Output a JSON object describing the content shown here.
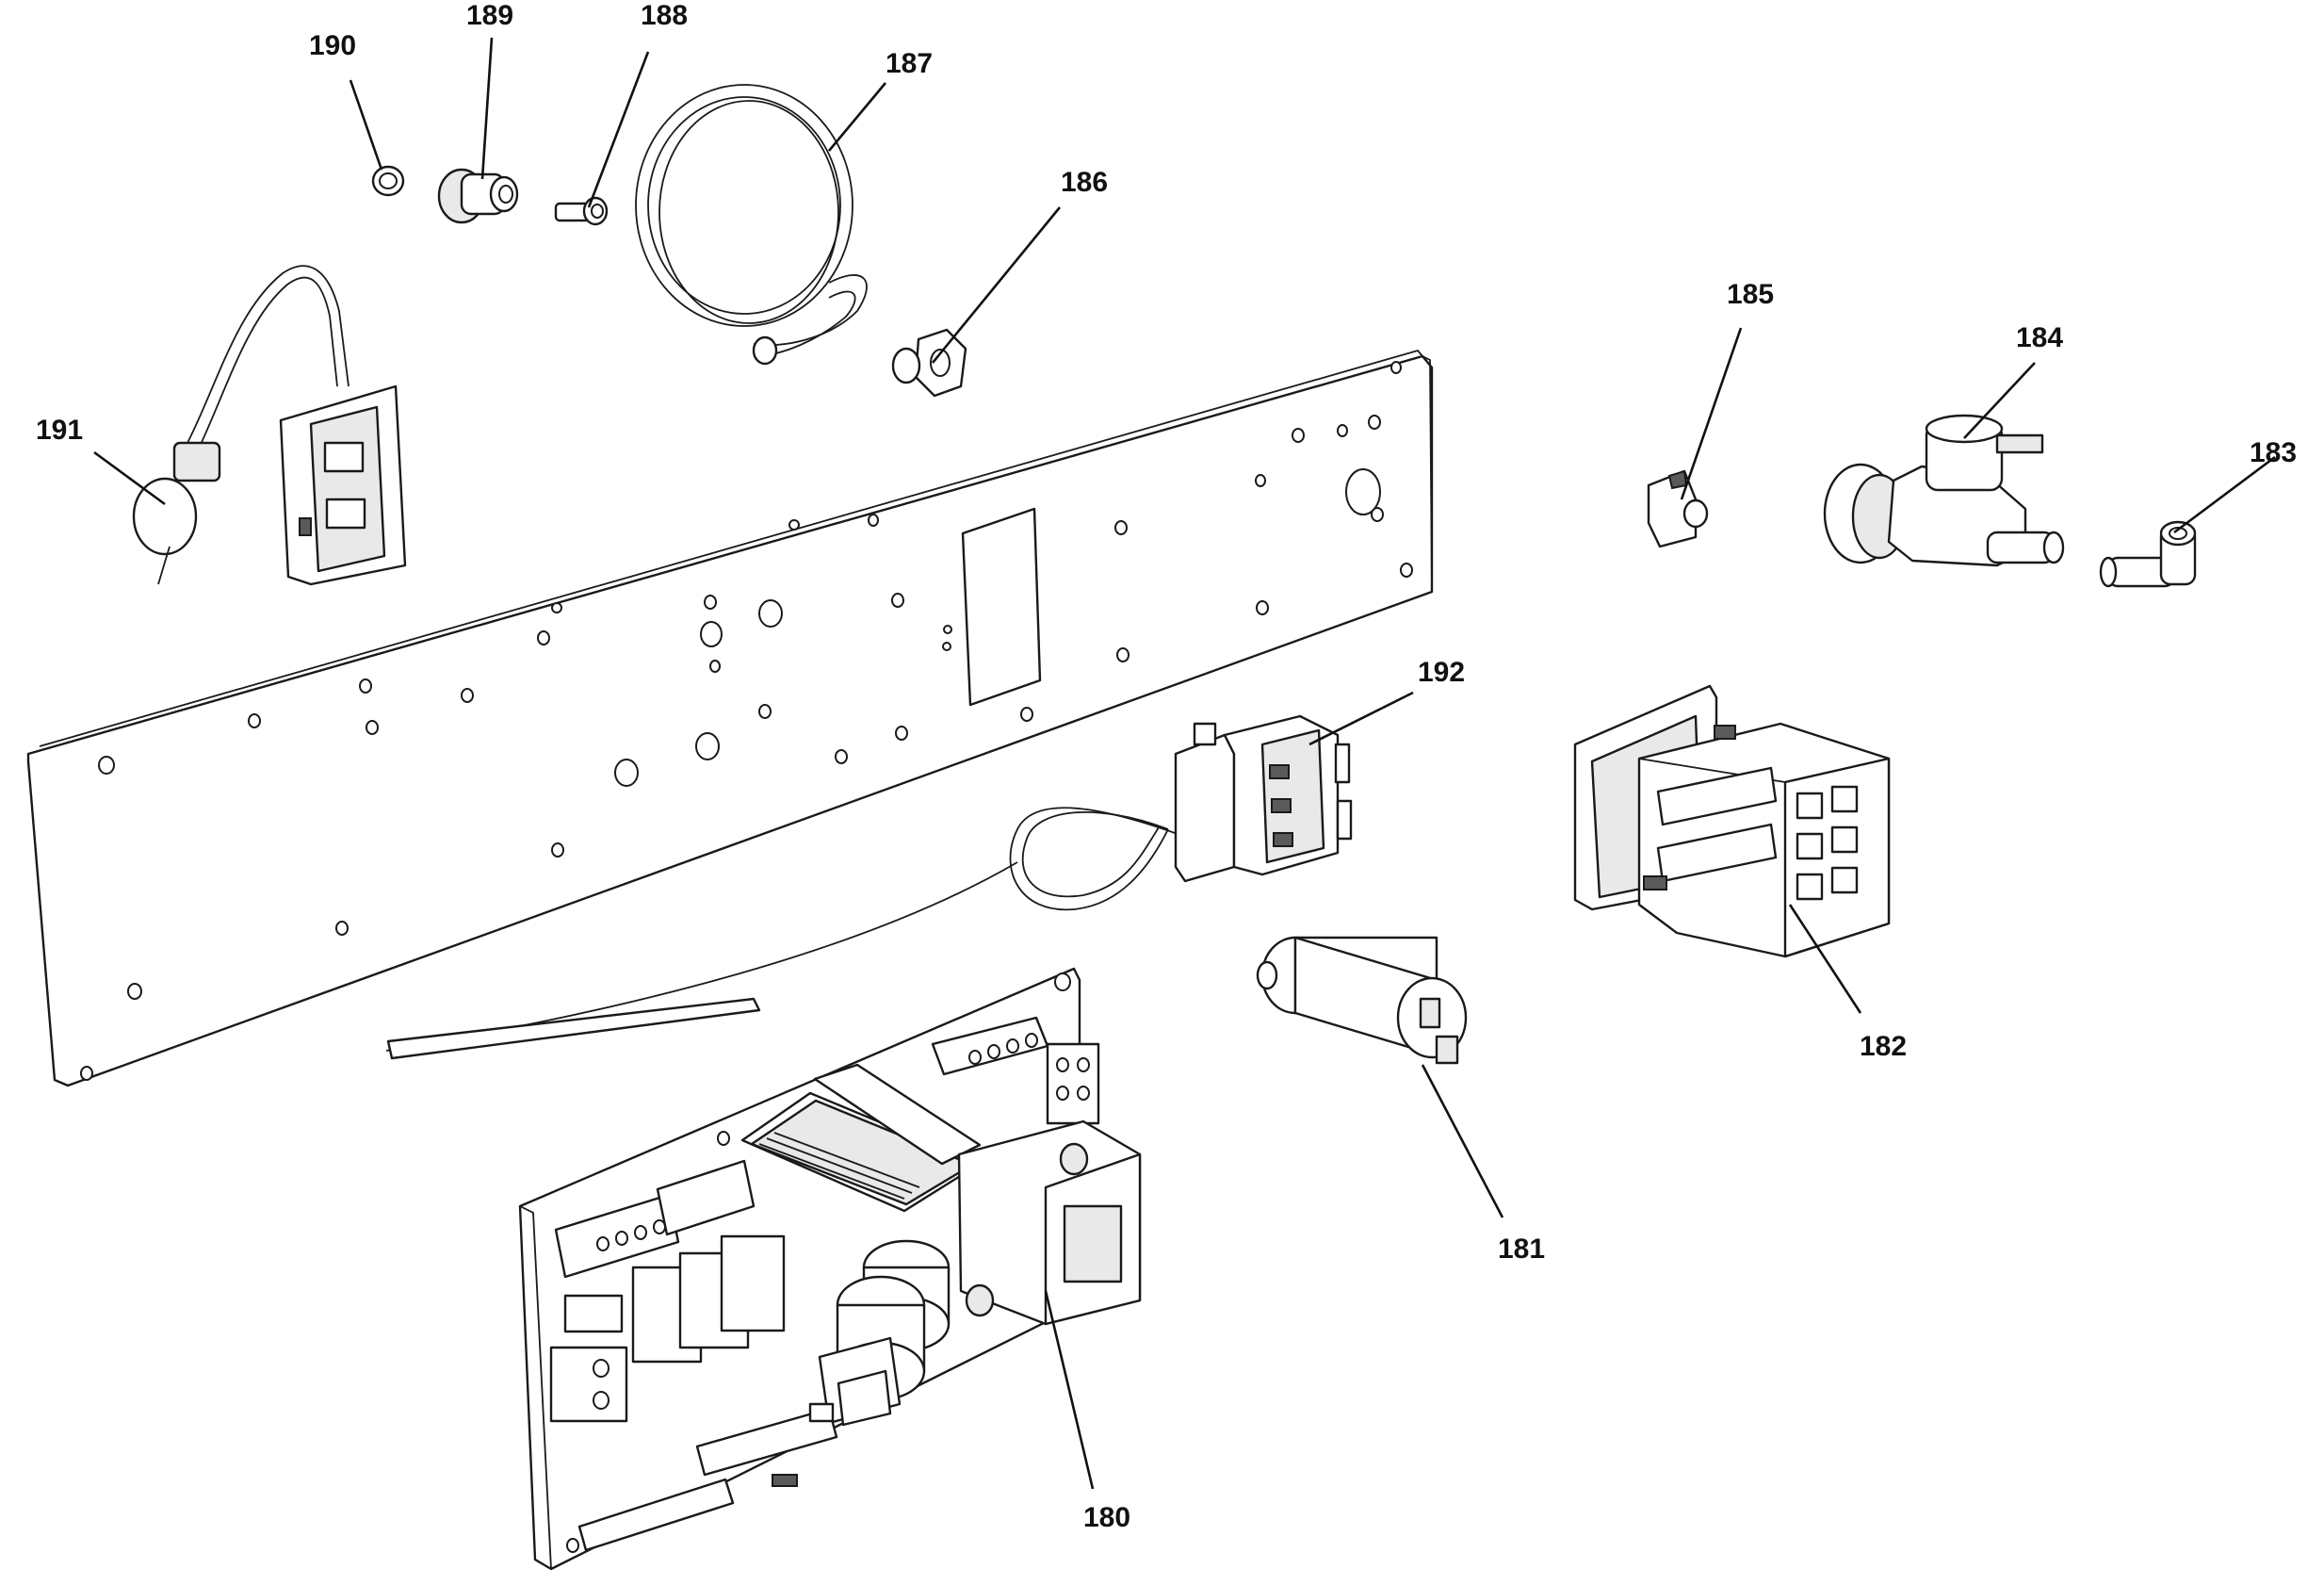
{
  "diagram": {
    "callouts": [
      {
        "id": "180",
        "label": "180",
        "part": "control-board"
      },
      {
        "id": "181",
        "label": "181",
        "part": "capacitor"
      },
      {
        "id": "182",
        "label": "182",
        "part": "contactor"
      },
      {
        "id": "183",
        "label": "183",
        "part": "elbow-fitting"
      },
      {
        "id": "184",
        "label": "184",
        "part": "water-valve"
      },
      {
        "id": "185",
        "label": "185",
        "part": "clip"
      },
      {
        "id": "186",
        "label": "186",
        "part": "nut"
      },
      {
        "id": "187",
        "label": "187",
        "part": "hose"
      },
      {
        "id": "188",
        "label": "188",
        "part": "screw"
      },
      {
        "id": "189",
        "label": "189",
        "part": "knob"
      },
      {
        "id": "190",
        "label": "190",
        "part": "washer"
      },
      {
        "id": "191",
        "label": "191",
        "part": "pressure-switch"
      },
      {
        "id": "192",
        "label": "192",
        "part": "thermostat"
      }
    ]
  }
}
